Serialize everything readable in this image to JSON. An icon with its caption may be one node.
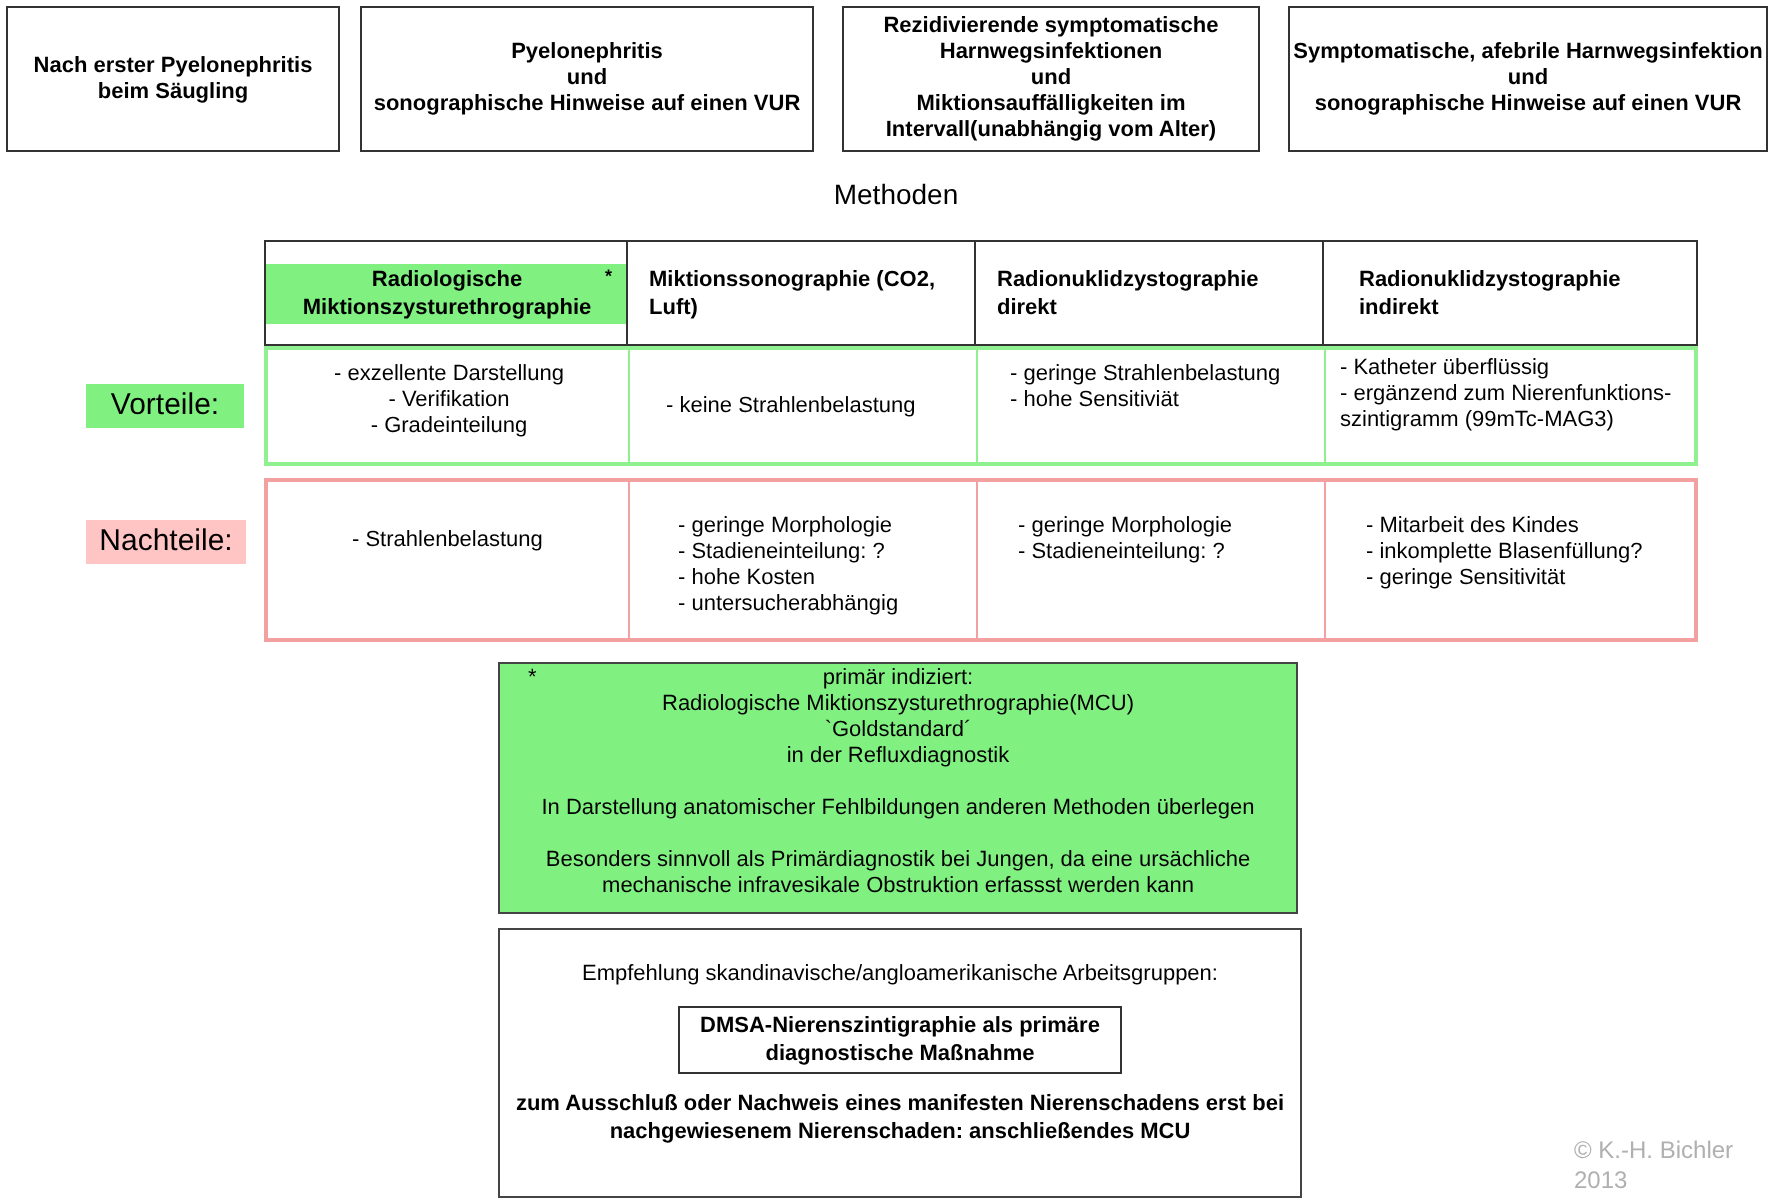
{
  "diagram": {
    "nodes": [
      {
        "text": [
          "Nach erster Pyelonephritis beim Säugling"
        ]
      },
      {
        "text": [
          "Pyelonephritis",
          "und",
          "sonographische Hinweise auf einen VUR"
        ]
      },
      {
        "text": [
          "Rezidivierende symptomatische Harnwegsinfektionen",
          "und",
          "Miktionsauffälligkeiten im Intervall(unabhängig vom Alter)"
        ]
      },
      {
        "text": [
          "Symptomatische, afebrile Harnwegsinfektion",
          "und",
          "sonographische Hinweise auf einen VUR"
        ]
      },
      {
        "text": [
          "Radiologische Miktionszysturethrographie",
          "*"
        ]
      },
      {
        "text": [
          "Vorteile:"
        ]
      },
      {
        "text": [
          "Nachteile:"
        ]
      },
      {
        "text": [
          "*",
          "primär indiziert:",
          "Radiologische Miktionszysturethrographie(MCU)",
          "`Goldstandard´",
          "in der Refluxdiagnostik",
          "In Darstellung anatomischer Fehlbildungen anderen Methoden überlegen",
          "Besonders sinnvoll als Primärdiagnostik bei Jungen, da eine ursächliche mechanische infravesikale Obstruktion erfassst werden kann"
        ]
      },
      {
        "text": [
          "Empfehlung skandinavische/angloamerikanische Arbeitsgruppen:",
          "zum Ausschluß oder Nachweis eines manifesten Nierenschadens erst bei nachgewiesenem Nierenschaden: anschließendes MCU"
        ]
      },
      {
        "text": [
          "DMSA-Nierenszintigraphie als primäre diagnostische Maßnahme"
        ],
        "in": 8
      }
    ],
    "labels": [
      "Methoden",
      "Miktionssonographie (CO2, Luft)",
      "Radionuklidzystographie direkt",
      "Radionuklidzystographie indirekt",
      "- exzellente Darstellung",
      "- Verifikation",
      "- Gradeinteilung",
      "- keine Strahlenbelastung",
      "- geringe Strahlenbelastung",
      "- hohe Sensitiviät",
      "- Katheter überflüssig",
      "- ergänzend zum Nierenfunktions- szintigramm (99mTc-MAG3)",
      "- Strahlenbelastung",
      "- geringe Morphologie",
      "- Stadieneinteilung: ?",
      "- hohe Kosten",
      "- untersucherabhängig",
      "- geringe Morphologie",
      "- Stadieneinteilung: ?",
      "- Mitarbeit des Kindes",
      "- inkomplette Blasenfüllung?",
      "- geringe Sensitivität",
      "© K.-H. Bichler 2013"
    ]
  }
}
